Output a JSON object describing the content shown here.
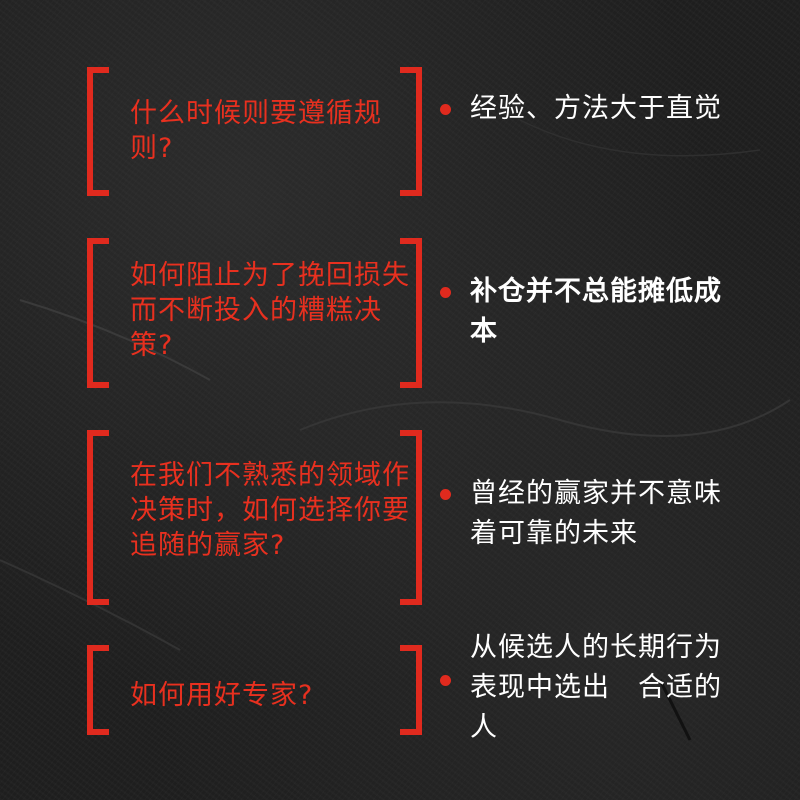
{
  "colors": {
    "accent": "#e02a1e",
    "question_text": "#e8301f",
    "answer_text": "#ffffff",
    "background": "#1e1e1e"
  },
  "items": [
    {
      "question": "什么时候则要遵循规则?",
      "answer": "经验、方法大于直觉"
    },
    {
      "question": "如何阻止为了挽回损失而不断投入的糟糕决策?",
      "answer": "补仓并不总能摊低成本"
    },
    {
      "question": "在我们不熟悉的领域作决策时，如何选择你要追随的赢家?",
      "answer": "曾经的赢家并不意味着可靠的未来"
    },
    {
      "question": "如何用好专家?",
      "answer": "从候选人的长期行为表现中选出　合适的人"
    }
  ]
}
